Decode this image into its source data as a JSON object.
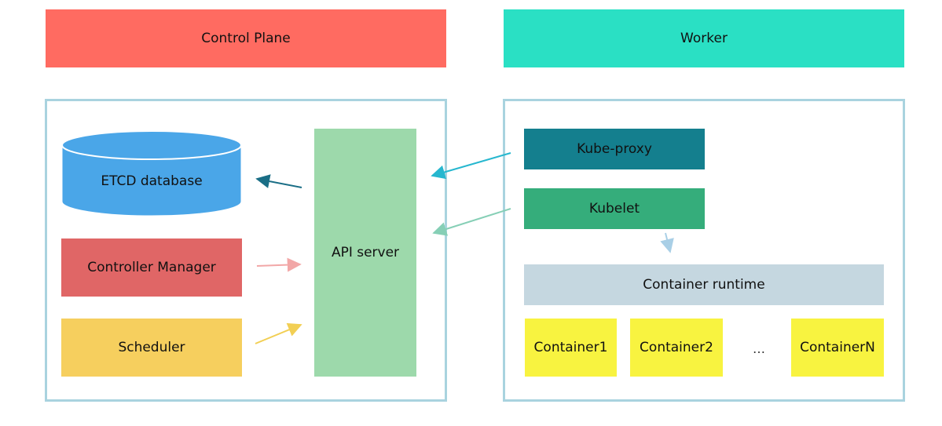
{
  "headers": {
    "control_plane": "Control Plane",
    "worker": "Worker"
  },
  "control_plane": {
    "etcd": "ETCD database",
    "controller_manager": "Controller Manager",
    "scheduler": "Scheduler",
    "api_server": "API server"
  },
  "worker": {
    "kube_proxy": "Kube-proxy",
    "kubelet": "Kubelet",
    "container_runtime": "Container runtime",
    "containers": [
      "Container1",
      "Container2",
      "…",
      "ContainerN"
    ]
  },
  "colors": {
    "control_plane_header": "#ff6b61",
    "worker_header": "#2ae0c4",
    "panel_border": "#a9d3df",
    "etcd": "#4aa6e8",
    "controller_manager": "#e06666",
    "scheduler": "#f6cf5e",
    "api_server": "#9dd9ab",
    "kube_proxy": "#147f8e",
    "kubelet": "#35ad7b",
    "container_runtime": "#c5d7e0",
    "container": "#f8f340"
  }
}
